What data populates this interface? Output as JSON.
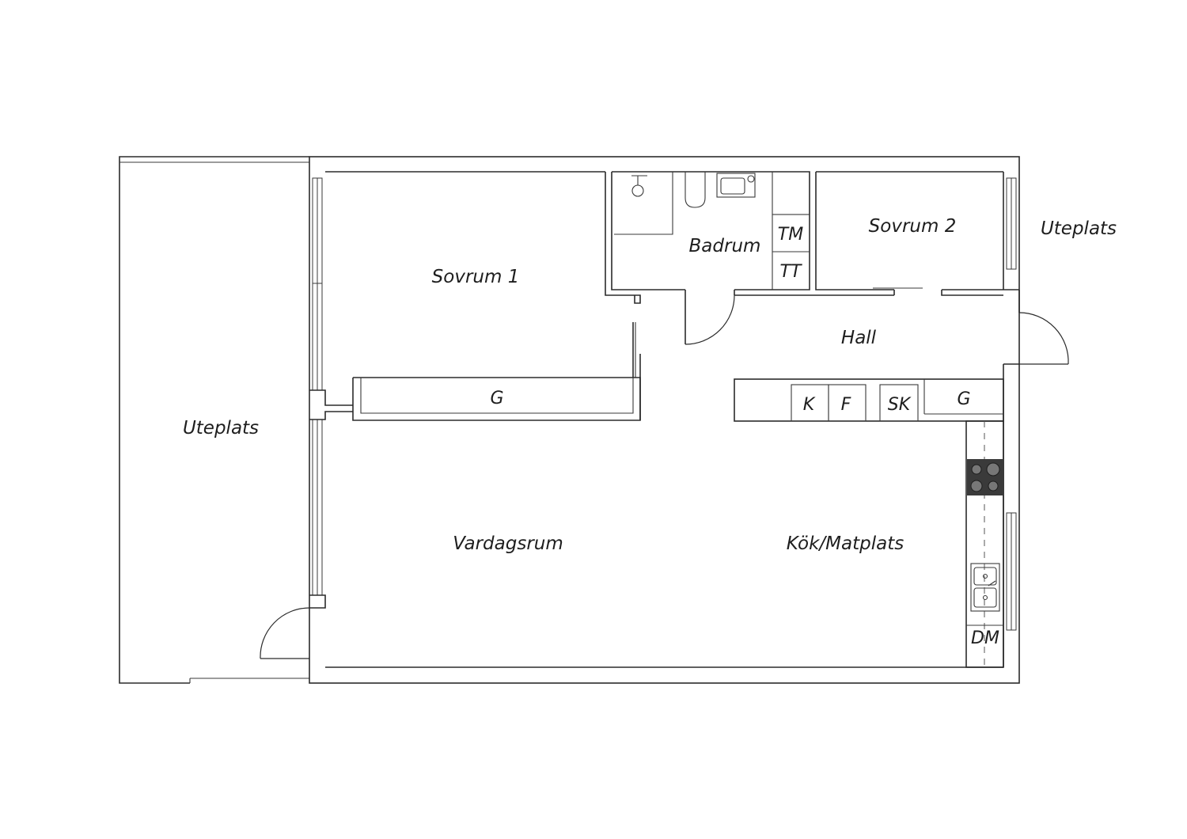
{
  "rooms": {
    "sovrum1": "Sovrum 1",
    "sovrum2": "Sovrum 2",
    "badrum": "Badrum",
    "hall": "Hall",
    "vardagsrum": "Vardagsrum",
    "kok": "Kök/Matplats",
    "uteplats_left": "Uteplats",
    "uteplats_right": "Uteplats"
  },
  "fixtures": {
    "tm": "TM",
    "tt": "TT",
    "g_bedroom": "G",
    "g_hall": "G",
    "k": "K",
    "f": "F",
    "sk": "SK",
    "dm": "DM"
  },
  "colors": {
    "line": "#2b2b2b",
    "hob": "#3a3a3a"
  }
}
